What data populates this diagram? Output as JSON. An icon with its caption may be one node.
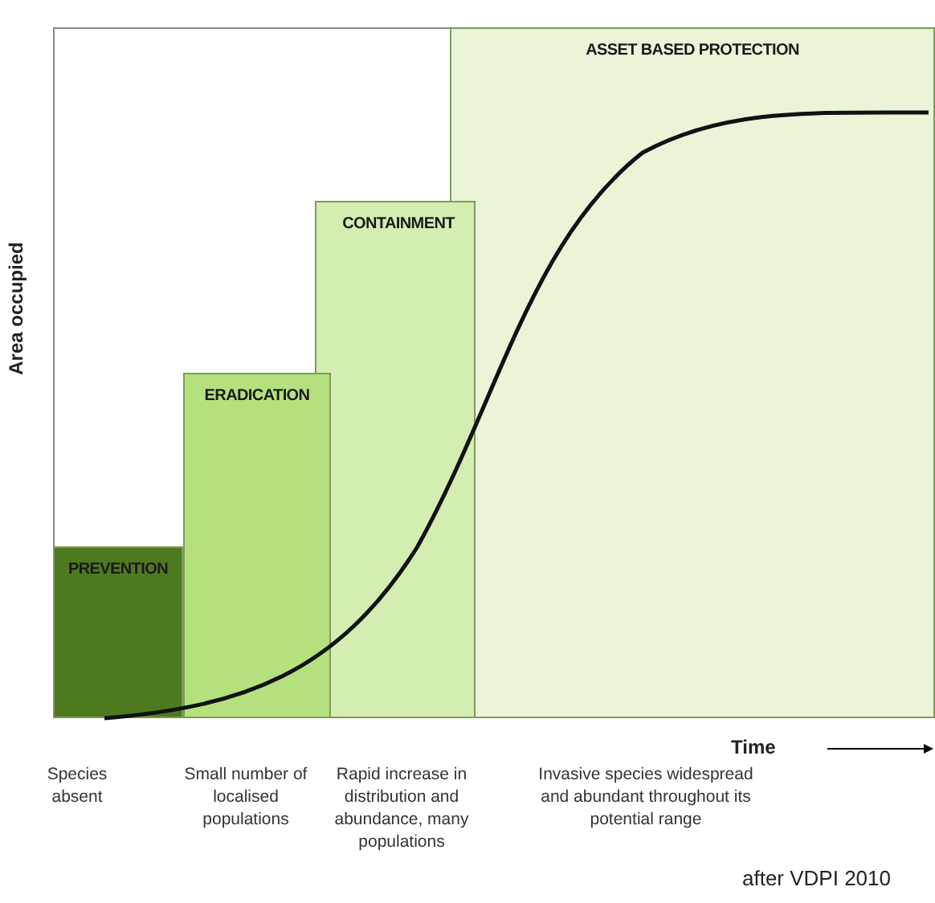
{
  "diagram": {
    "nodes": [
      {
        "text": [
          "PREVENTION"
        ]
      },
      {
        "text": [
          "ERADICATION"
        ]
      },
      {
        "text": [
          "CONTAINMENT"
        ]
      },
      {
        "text": [
          "ASSET BASED PROTECTION"
        ]
      }
    ],
    "edges": [],
    "labels": [
      "Area occupied",
      "Time",
      "Species absent",
      "Small number of localised populations",
      "Rapid increase in distribution and abundance, many populations",
      "Invasive species widespread and abundant throughout its potential range",
      "after VDPI 2010"
    ]
  }
}
